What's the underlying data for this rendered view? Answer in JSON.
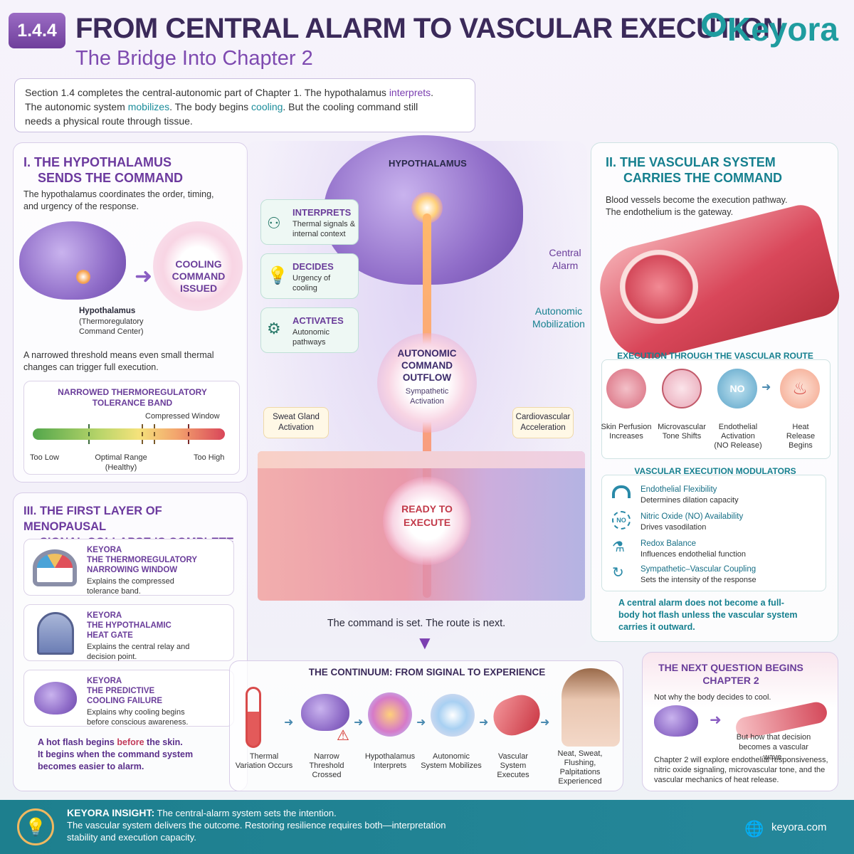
{
  "header": {
    "badge": "1.4.4",
    "title": "FROM CENTRAL ALARM TO VASCULAR EXECUTION",
    "subtitle": "The Bridge Into Chapter 2",
    "logo": "Keyora"
  },
  "intro": {
    "l1a": "Section 1.4 completes the central-autonomic part of Chapter 1. The hypothalamus ",
    "l1b": "interprets",
    "l1c": ".",
    "l2a": "The autonomic system ",
    "l2b": "mobilizes",
    "l2c": ". The body begins ",
    "l2d": "cooling",
    "l2e": ". But the cooling command still",
    "l3": "needs a physical route through tissue."
  },
  "sec1": {
    "num": "I.",
    "title1": "THE HYPOTHALAMUS",
    "title2": "SENDS THE COMMAND",
    "desc": "The hypothalamus coordinates the order, timing, and urgency of the response.",
    "command": "COOLING COMMAND ISSUED",
    "hypo_label": "Hypothalamus",
    "hypo_sub": "(Thermoregulatory Command Center)",
    "narrow": "A narrowed threshold means even small thermal changes can trigger full execution.",
    "band_title": "NARROWED THERMOREGULATORY TOLERANCE BAND",
    "window": "Compressed Window",
    "low": "Too Low",
    "optimal": "Optimal Range",
    "optimal_sub": "(Healthy)",
    "high": "Too High"
  },
  "sec3": {
    "num": "III.",
    "title1": "THE FIRST LAYER OF MENOPAUSAL",
    "title2": "SIGNAL COLLAPSE IS COMPLETE",
    "cards": [
      {
        "brand": "KEYORA",
        "title1": "THE THERMOREGULATORY",
        "title2": "NARROWING WINDOW",
        "desc": "Explains the compressed tolerance band."
      },
      {
        "brand": "KEYORA",
        "title1": "THE HYPOTHALAMIC",
        "title2": "HEAT GATE",
        "desc": "Explains the central relay and decision point."
      },
      {
        "brand": "KEYORA",
        "title1": "THE PREDICTIVE",
        "title2": "COOLING FAILURE",
        "desc": "Explains why cooling begins before conscious awareness."
      }
    ],
    "foot1a": "A hot flash begins ",
    "foot1b": "before",
    "foot1c": " the skin.",
    "foot2": "It begins when the command system becomes easier to alarm."
  },
  "center": {
    "hypothalamus": "HYPOTHALAMUS",
    "steps": [
      {
        "title": "INTERPRETS",
        "desc": "Thermal signals & internal context"
      },
      {
        "title": "DECIDES",
        "desc": "Urgency of cooling"
      },
      {
        "title": "ACTIVATES",
        "desc": "Autonomic pathways"
      }
    ],
    "central_alarm": "Central Alarm",
    "autonomic_mobilization": "Autonomic Mobilization",
    "outflow": "AUTONOMIC COMMAND OUTFLOW",
    "outflow_sub": "Sympathetic Activation",
    "sweat": "Sweat Gland Activation",
    "cardio": "Cardiovascular Acceleration",
    "ready": "READY TO EXECUTE",
    "route": "The command is set. The route is next."
  },
  "sec2": {
    "num": "II.",
    "title1": "THE VASCULAR SYSTEM",
    "title2": "CARRIES THE COMMAND",
    "desc1": "Blood vessels become the execution pathway.",
    "desc2": "The endothelium is the gateway.",
    "exec_title": "EXECUTION THROUGH THE VASCULAR ROUTE",
    "exec": [
      {
        "label": "Skin Perfusion Increases"
      },
      {
        "label": "Microvascular Tone Shifts"
      },
      {
        "label": "Endothelial Activation (NO Release)",
        "icon": "NO"
      },
      {
        "label": "Heat Release Begins"
      }
    ],
    "mod_title": "VASCULAR EXECUTION MODULATORS",
    "mods": [
      {
        "title": "Endothelial Flexibility",
        "desc": "Determines dilation capacity"
      },
      {
        "title": "Nitric Oxide (NO) Availability",
        "desc": "Drives vasodilation",
        "icon": "NO"
      },
      {
        "title": "Redox Balance",
        "desc": "Influences endothelial function"
      },
      {
        "title": "Sympathetic–Vascular Coupling",
        "desc": "Sets the intensity of the response"
      }
    ],
    "foot": "A central alarm does not become a full-body hot flash unless the vascular system carries it outward."
  },
  "continuum": {
    "title": "THE CONTINUUM: FROM SIGINAL TO EXPERIENCE",
    "steps": [
      "Thermal Variation Occurs",
      "Narrow Threshold Crossed",
      "Hypothalamus Interprets",
      "Autonomic System Mobilizes",
      "Vascular System Executes",
      "Neat, Sweat, Flushing, Palpitations Experienced"
    ]
  },
  "next": {
    "title1": "THE NEXT QUESTION BEGINS",
    "title2": "CHAPTER 2",
    "not": "Not why the body decides to cool.",
    "but": "But how that decision becomes a vascular wave.",
    "explore": "Chapter 2 will explore endothelial responsiveness, nitric oxide signaling, microvascular tone, and the vascular mechanics of heat release."
  },
  "insight": {
    "label": "KEYORA INSIGHT:",
    "text1": "The central-alarm system sets the intention.",
    "text2": "The vascular system delivers the outcome. Restoring resilience requires both—interpretation",
    "text3": "stability and execution capacity.",
    "site": "keyora.com"
  }
}
